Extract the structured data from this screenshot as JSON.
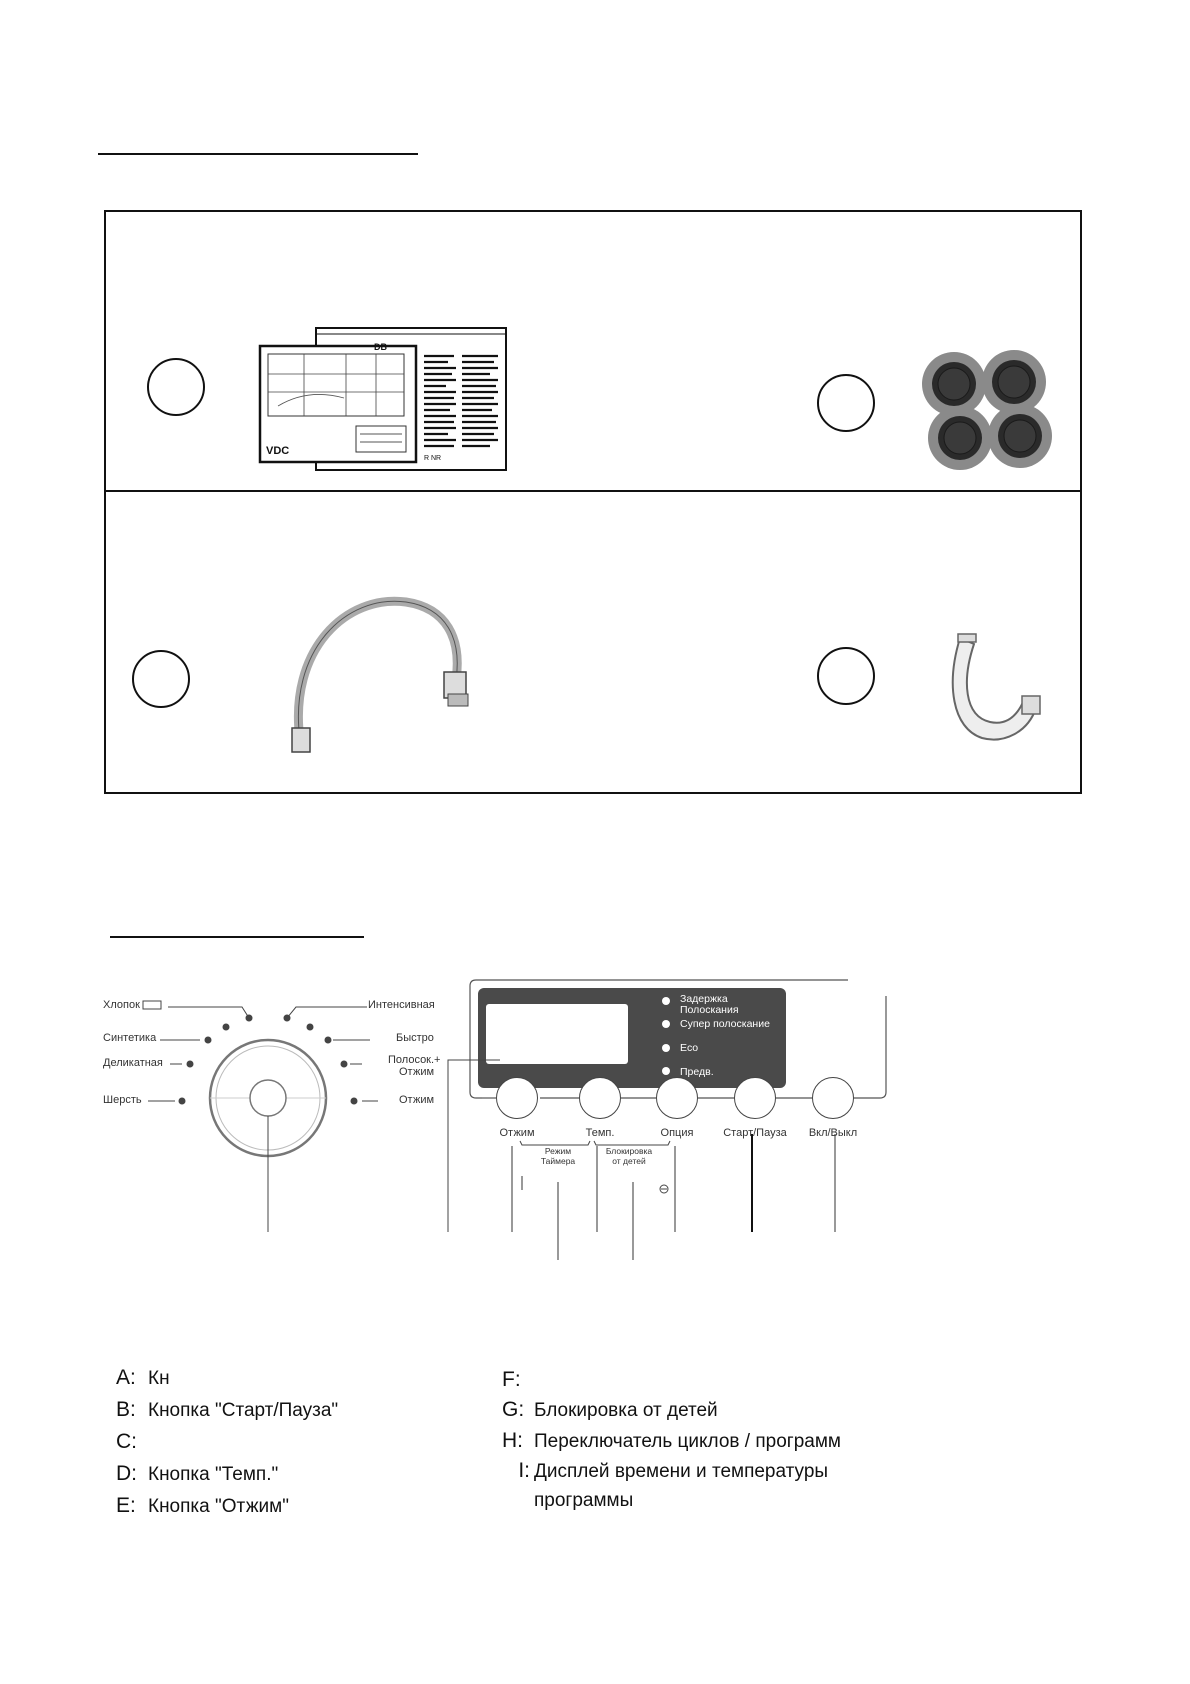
{
  "accessories": {
    "items": [
      {
        "id": "manual",
        "icon": "manual-icon"
      },
      {
        "id": "plugs",
        "icon": "transport-plug-icon"
      },
      {
        "id": "inlet-hose",
        "icon": "inlet-hose-icon"
      },
      {
        "id": "hose-bracket",
        "icon": "hose-bracket-icon"
      }
    ]
  },
  "manual_preview": {
    "left_logo": "VDC",
    "left_header": "DB",
    "right_footer": "R NR"
  },
  "dial": {
    "left_programs": [
      "Хлопок",
      "Синтетика",
      "Деликатная",
      "Шерсть"
    ],
    "right_programs": [
      "Интенсивная",
      "Быстро",
      "Полосок.+",
      "Отжим",
      "Отжим"
    ]
  },
  "display": {
    "indicators": [
      "Задержка",
      "Полоскания",
      "Супер полоскание",
      "Eco",
      "Предв."
    ]
  },
  "buttons": {
    "labels": [
      "Отжим",
      "Темп.",
      "Опция",
      "Старт/Пауза",
      "Вкл/Выкл"
    ],
    "timer_mode_line1": "Режим",
    "timer_mode_line2": "Таймера",
    "child_lock_line1": "Блокировка",
    "child_lock_line2": "от детей"
  },
  "legend": {
    "left": [
      {
        "letter": "A:",
        "text": "Кн"
      },
      {
        "letter": "B:",
        "text": "Кнопка \"Старт/Пауза\""
      },
      {
        "letter": "C:",
        "text": ""
      },
      {
        "letter": "D:",
        "text": "Кнопка \"Темп.\""
      },
      {
        "letter": "E:",
        "text": "Кнопка \"Отжим\""
      }
    ],
    "right": [
      {
        "letter": "F:",
        "text": ""
      },
      {
        "letter": "G:",
        "text": "Блокировка от детей"
      },
      {
        "letter": "H:",
        "text": "Переключатель циклов / программ"
      },
      {
        "letter": "I:",
        "text": "Дисплей времени и температуры"
      },
      {
        "letter": "",
        "text": "программы"
      }
    ]
  }
}
